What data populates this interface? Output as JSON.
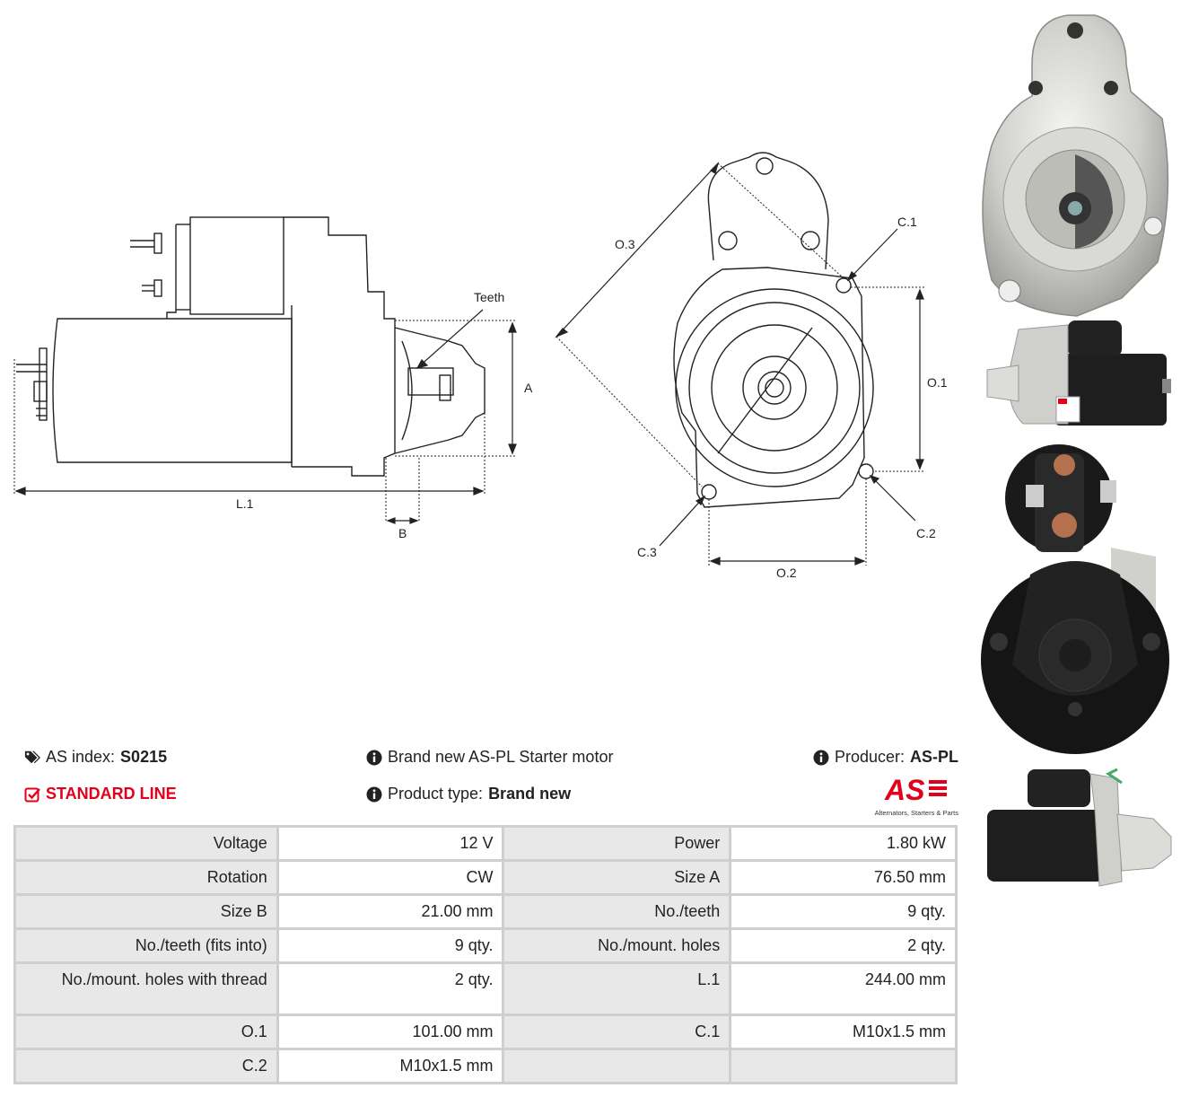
{
  "diagram": {
    "labels": {
      "teeth": "Teeth",
      "a": "A",
      "b": "B",
      "l1": "L.1",
      "o1": "O.1",
      "o2": "O.2",
      "o3": "O.3",
      "c1": "C.1",
      "c2": "C.2",
      "c3": "C.3"
    }
  },
  "info": {
    "as_index_label": "AS index:",
    "as_index_value": "S0215",
    "line": "STANDARD LINE",
    "description": "Brand new AS-PL Starter motor",
    "product_type_label": "Product type:",
    "product_type_value": "Brand new",
    "producer_label": "Producer:",
    "producer_value": "AS-PL"
  },
  "logo": {
    "mark": "AS",
    "tagline": "Alternators, Starters & Parts",
    "color": "#e2001a"
  },
  "specs": [
    [
      "Voltage",
      "12 V",
      "Power",
      "1.80 kW"
    ],
    [
      "Rotation",
      "CW",
      "Size A",
      "76.50 mm"
    ],
    [
      "Size B",
      "21.00 mm",
      "No./teeth",
      "9 qty."
    ],
    [
      "No./teeth (fits into)",
      "9 qty.",
      "No./mount. holes",
      "2 qty."
    ],
    [
      "No./mount. holes with thread",
      "2 qty.",
      "L.1",
      "244.00 mm"
    ],
    [
      "O.1",
      "101.00 mm",
      "C.1",
      "M10x1.5 mm"
    ],
    [
      "C.2",
      "M10x1.5 mm",
      "",
      ""
    ]
  ],
  "icons": {
    "as_index": "tags-icon",
    "line": "check-square-icon",
    "info": "info-circle-icon"
  },
  "colors": {
    "accent": "#e2001a",
    "table_key_bg": "#e8e8e8",
    "table_border": "#cfcfcf"
  }
}
